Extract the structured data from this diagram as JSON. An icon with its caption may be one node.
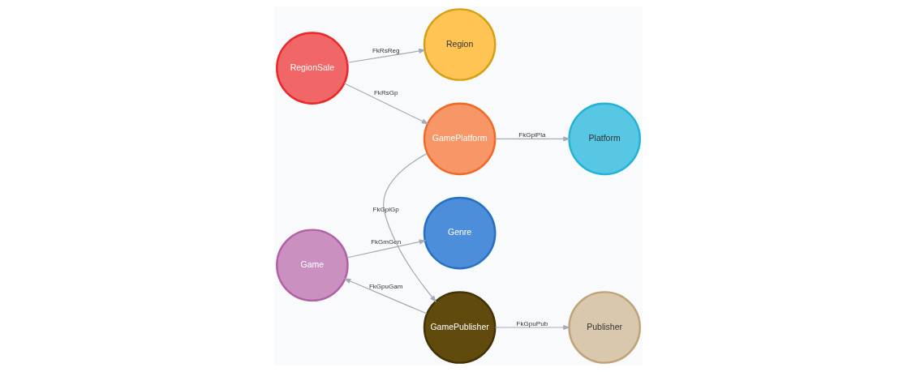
{
  "diagram": {
    "nodes": [
      {
        "text": [
          "Genre"
        ]
      },
      {
        "text": [
          "Game"
        ]
      },
      {
        "text": [
          "GamePublisher"
        ]
      },
      {
        "text": [
          "Publisher"
        ]
      },
      {
        "text": [
          "Region"
        ]
      },
      {
        "text": [
          "RegionSale"
        ]
      },
      {
        "text": [
          "GamePlatform"
        ]
      },
      {
        "text": [
          "Platform"
        ]
      }
    ],
    "edges": [
      {
        "from": 1,
        "to": 0,
        "arrow": "to",
        "label": "FkGmGen"
      },
      {
        "from": 2,
        "to": 1,
        "arrow": "to",
        "label": "FkGpuGam"
      },
      {
        "from": 2,
        "to": 3,
        "arrow": "to",
        "label": "FkGpuPub"
      },
      {
        "from": 6,
        "to": 2,
        "arrow": "to",
        "label": "FkGplGp"
      },
      {
        "from": 5,
        "to": 4,
        "arrow": "to",
        "label": "FkRsReg"
      },
      {
        "from": 5,
        "to": 6,
        "arrow": "to",
        "label": "FkRsGp"
      },
      {
        "from": 6,
        "to": 7,
        "arrow": "to",
        "label": "FkGplPla"
      }
    ]
  }
}
